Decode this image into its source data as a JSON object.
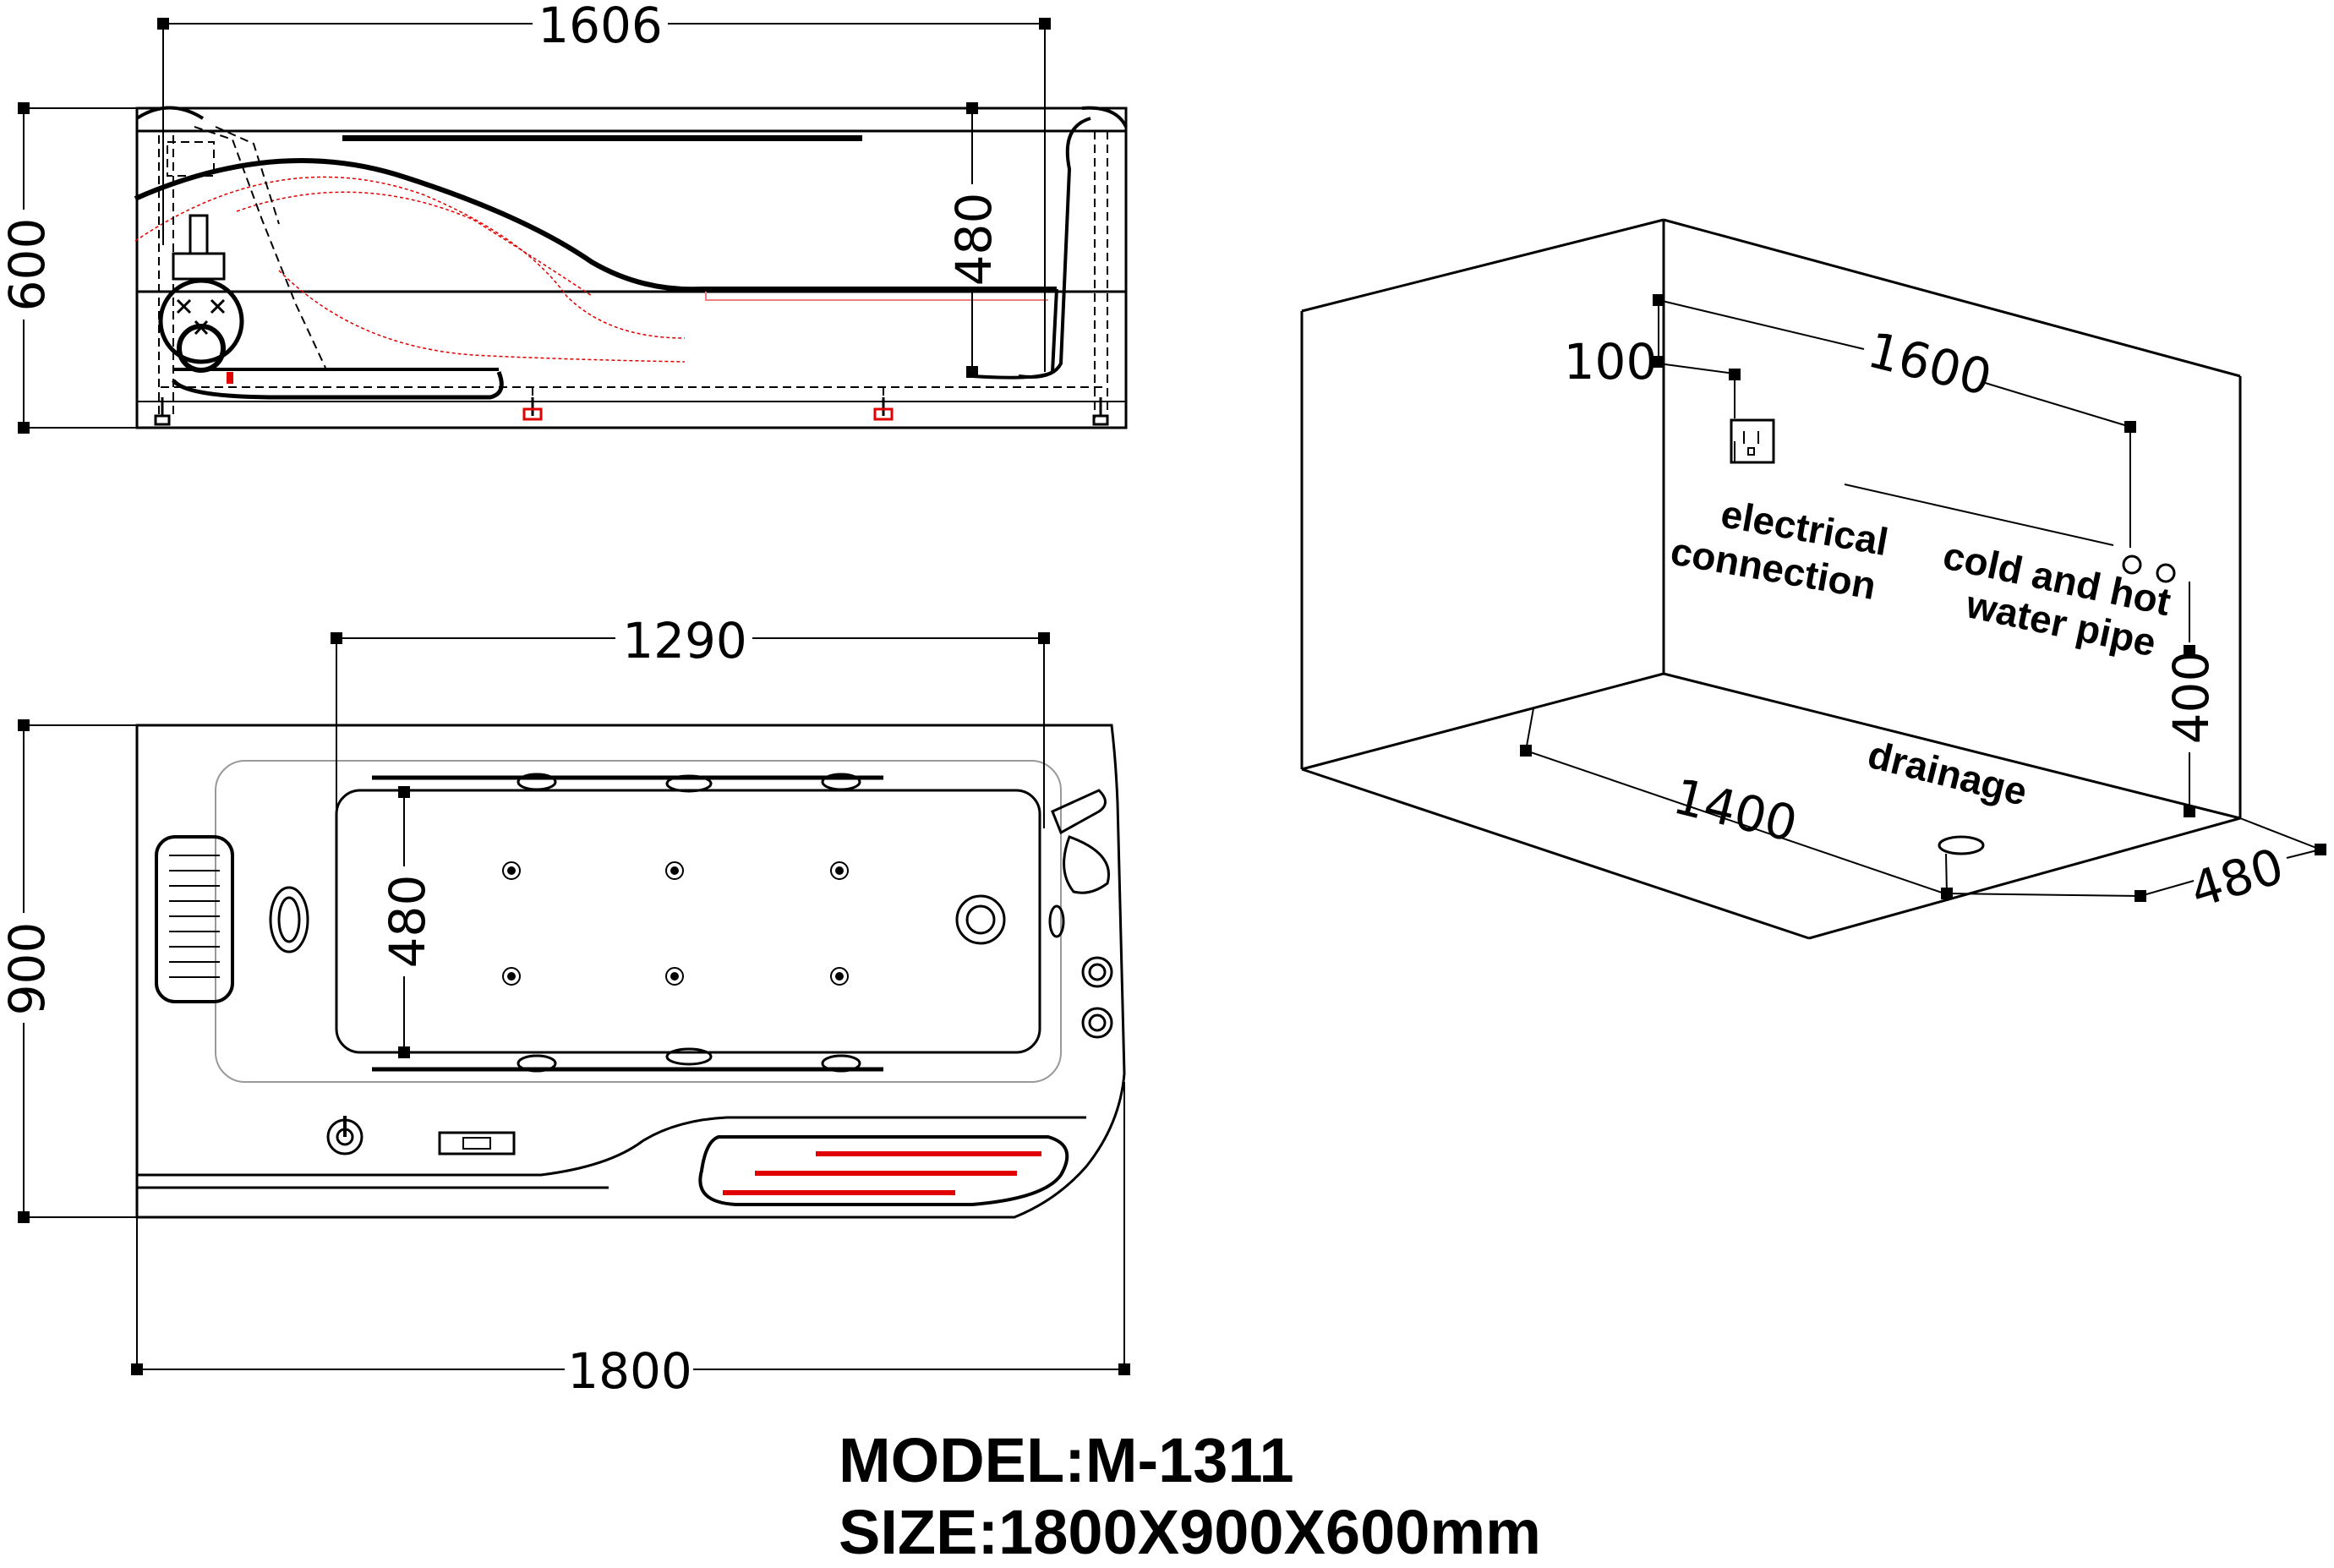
{
  "side_view": {
    "length_dim": "1606",
    "height_dim": "600",
    "depth_dim": "480"
  },
  "top_view": {
    "inner_length_dim": "1290",
    "inner_width_dim": "480",
    "width_dim": "900",
    "length_dim": "1800"
  },
  "install_diagram": {
    "offset_dim": "100",
    "span_dim": "1600",
    "height_dim": "400",
    "drain_dim": "1400",
    "depth_dim": "480",
    "electrical_label_1": "electrical",
    "electrical_label_2": "connection",
    "water_label_1": "cold and hot",
    "water_label_2": "water pipe",
    "drainage_label": "drainage"
  },
  "title": {
    "model": "MODEL:M-1311",
    "size": "SIZE:1800X900X600mm"
  },
  "colors": {
    "line": "#000000",
    "accent": "#e00000",
    "light_accent": "#f08080",
    "grey": "#999999"
  }
}
